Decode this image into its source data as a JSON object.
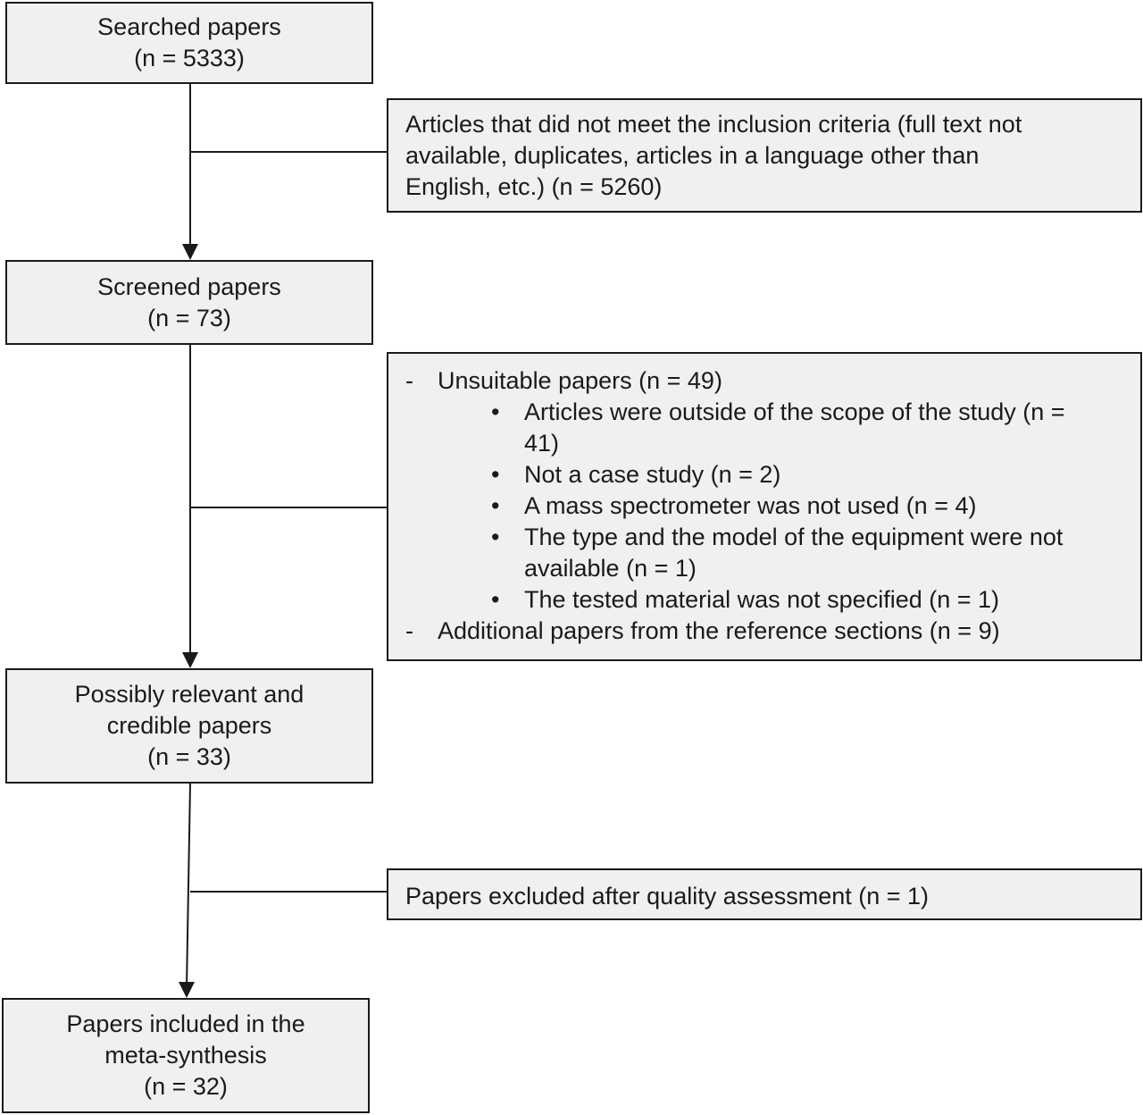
{
  "main_boxes": {
    "searched": {
      "line1": "Searched papers",
      "line2": "(n = 5333)"
    },
    "screened": {
      "line1": "Screened papers",
      "line2": "(n = 73)"
    },
    "relevant": {
      "line1": "Possibly relevant and",
      "line2": "credible papers",
      "line3": "(n = 33)"
    },
    "included": {
      "line1": "Papers included in the",
      "line2": "meta-synthesis",
      "line3": "(n = 32)"
    }
  },
  "side_boxes": {
    "exclusion_criteria": {
      "line1": "Articles that did not meet the inclusion criteria (full text not",
      "line2": "available, duplicates, articles in a language other than",
      "line3": "English, etc.) (n = 5260)"
    },
    "unsuitable": {
      "dash": "-",
      "bullet": "•",
      "heading": "Unsuitable papers (n = 49)",
      "items": [
        {
          "line1": "Articles were outside of the scope of the study (n =",
          "line2": "41)"
        },
        {
          "line1": "Not a case study (n = 2)",
          "line2": ""
        },
        {
          "line1": "A mass spectrometer was not used (n = 4)",
          "line2": ""
        },
        {
          "line1": "The type and the model of the equipment were not",
          "line2": "available (n = 1)"
        },
        {
          "line1": "The tested material was not specified (n = 1)",
          "line2": ""
        }
      ],
      "additional": "Additional papers from the reference sections (n = 9)"
    },
    "quality": {
      "line1": "Papers excluded after quality assessment (n = 1)"
    }
  },
  "colors": {
    "box_fill": "#f0f0f0",
    "stroke": "#1a1a1a",
    "text": "#1a1a1a"
  }
}
